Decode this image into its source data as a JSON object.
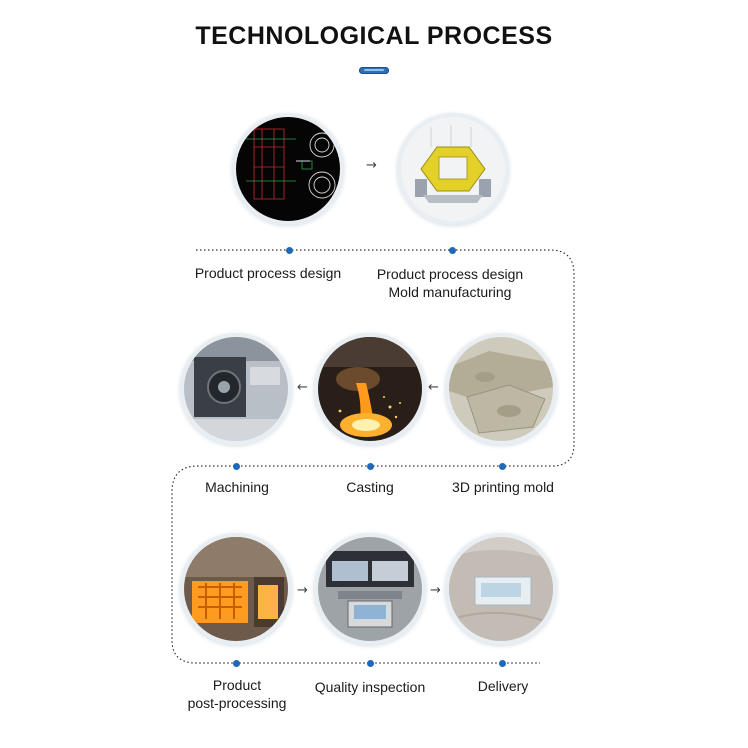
{
  "header": {
    "title": "TECHNOLOGICAL PROCESS"
  },
  "steps": [
    {
      "id": "product-process-design",
      "label_lines": [
        "Product process design"
      ]
    },
    {
      "id": "mold-manufacturing",
      "label_lines": [
        "Product process design",
        "Mold manufacturing"
      ]
    },
    {
      "id": "3d-printing-mold",
      "label_lines": [
        "3D printing mold"
      ]
    },
    {
      "id": "casting",
      "label_lines": [
        "Casting"
      ]
    },
    {
      "id": "machining",
      "label_lines": [
        "Machining"
      ]
    },
    {
      "id": "product-post-processing",
      "label_lines": [
        "Product",
        "post-processing"
      ]
    },
    {
      "id": "quality-inspection",
      "label_lines": [
        "Quality inspection"
      ]
    },
    {
      "id": "delivery",
      "label_lines": [
        "Delivery"
      ]
    }
  ],
  "arrows": {
    "right": "→",
    "left": "←"
  },
  "colors": {
    "accent": "#2068b8",
    "path": "#333333",
    "title": "#111111"
  }
}
